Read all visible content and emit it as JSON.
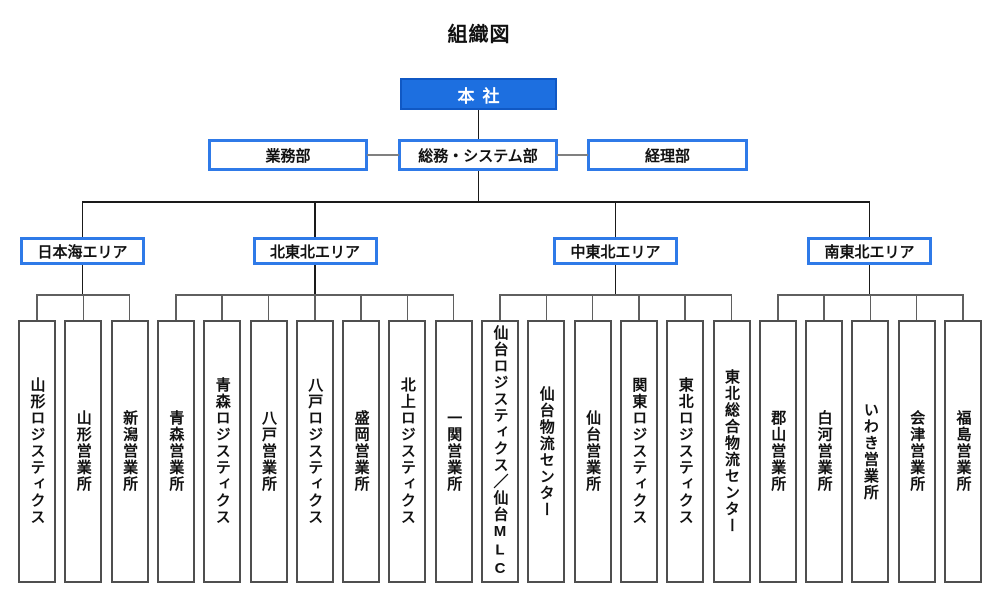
{
  "title": "組織図",
  "colors": {
    "root_fill": "#1d6fe0",
    "root_border": "#1058c4",
    "box_border_blue": "#2f7ae8",
    "leaf_border_gray": "#4f4f4f",
    "connector_dark": "#1a1a1a",
    "connector_gray": "#808080",
    "leaf_connector_gray": "#5f5f5f",
    "text_color": "#111111"
  },
  "root": {
    "label": "本社"
  },
  "departments": [
    {
      "label": "業務部"
    },
    {
      "label": "総務・システム部"
    },
    {
      "label": "経理部"
    }
  ],
  "areas": [
    {
      "label": "日本海エリア",
      "offices": [
        "山形ロジスティクス",
        "山形営業所",
        "新潟営業所"
      ]
    },
    {
      "label": "北東北エリア",
      "offices": [
        "青森営業所",
        "青森ロジスティクス",
        "八戸営業所",
        "八戸ロジスティクス",
        "盛岡営業所",
        "北上ロジスティクス",
        "一関営業所"
      ]
    },
    {
      "label": "中東北エリア",
      "offices": [
        "仙台ロジスティクス／仙台MLC",
        "仙台物流センター",
        "仙台営業所",
        "関東ロジスティクス",
        "東北ロジスティクス",
        "東北総合物流センター"
      ]
    },
    {
      "label": "南東北エリア",
      "offices": [
        "郡山営業所",
        "白河営業所",
        "いわき営業所",
        "会津営業所",
        "福島営業所"
      ]
    }
  ]
}
